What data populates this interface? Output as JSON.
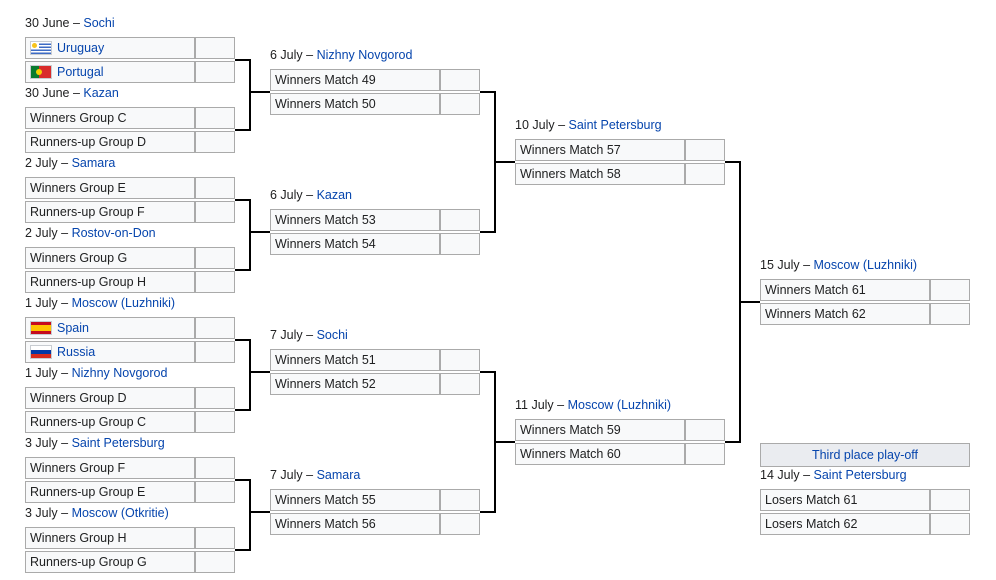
{
  "bracket": {
    "round_of_16": [
      {
        "date": "30 June",
        "venue": "Sochi",
        "teams": [
          {
            "name": "Uruguay",
            "flag": "uruguay-flag",
            "link": true
          },
          {
            "name": "Portugal",
            "flag": "portugal-flag",
            "link": false
          }
        ]
      },
      {
        "date": "30 June",
        "venue": "Kazan",
        "teams": [
          {
            "name": "Winners Group C"
          },
          {
            "name": "Runners-up Group D"
          }
        ]
      },
      {
        "date": "2 July",
        "venue": "Samara",
        "teams": [
          {
            "name": "Winners Group E"
          },
          {
            "name": "Runners-up Group F"
          }
        ]
      },
      {
        "date": "2 July",
        "venue": "Rostov-on-Don",
        "teams": [
          {
            "name": "Winners Group G"
          },
          {
            "name": "Runners-up Group H"
          }
        ]
      },
      {
        "date": "1 July",
        "venue": "Moscow (Luzhniki)",
        "teams": [
          {
            "name": "Spain",
            "flag": "spain-flag"
          },
          {
            "name": "Russia",
            "flag": "russia-flag"
          }
        ]
      },
      {
        "date": "1 July",
        "venue": "Nizhny Novgorod",
        "teams": [
          {
            "name": "Winners Group D"
          },
          {
            "name": "Runners-up Group C"
          }
        ]
      },
      {
        "date": "3 July",
        "venue": "Saint Petersburg",
        "teams": [
          {
            "name": "Winners Group F"
          },
          {
            "name": "Runners-up Group E"
          }
        ]
      },
      {
        "date": "3 July",
        "venue": "Moscow (Otkritie)",
        "teams": [
          {
            "name": "Winners Group H"
          },
          {
            "name": "Runners-up Group G"
          }
        ]
      }
    ],
    "quarter_finals": [
      {
        "date": "6 July",
        "venue": "Nizhny Novgorod",
        "teams": [
          {
            "name": "Winners Match 49"
          },
          {
            "name": "Winners Match 50"
          }
        ]
      },
      {
        "date": "6 July",
        "venue": "Kazan",
        "teams": [
          {
            "name": "Winners Match 53"
          },
          {
            "name": "Winners Match 54"
          }
        ]
      },
      {
        "date": "7 July",
        "venue": "Sochi",
        "teams": [
          {
            "name": "Winners Match 51"
          },
          {
            "name": "Winners Match 52"
          }
        ]
      },
      {
        "date": "7 July",
        "venue": "Samara",
        "teams": [
          {
            "name": "Winners Match 55"
          },
          {
            "name": "Winners Match 56"
          }
        ]
      }
    ],
    "semi_finals": [
      {
        "date": "10 July",
        "venue": "Saint Petersburg",
        "teams": [
          {
            "name": "Winners Match 57"
          },
          {
            "name": "Winners Match 58"
          }
        ]
      },
      {
        "date": "11 July",
        "venue": "Moscow (Luzhniki)",
        "teams": [
          {
            "name": "Winners Match 59"
          },
          {
            "name": "Winners Match 60"
          }
        ]
      }
    ],
    "final": {
      "date": "15 July",
      "venue": "Moscow (Luzhniki)",
      "teams": [
        {
          "name": "Winners Match 61"
        },
        {
          "name": "Winners Match 62"
        }
      ]
    },
    "third_place": {
      "title": "Third place play-off",
      "date": "14 July",
      "venue": "Saint Petersburg",
      "teams": [
        {
          "name": "Losers Match 61"
        },
        {
          "name": "Losers Match 62"
        }
      ]
    },
    "date_separator": " – "
  }
}
